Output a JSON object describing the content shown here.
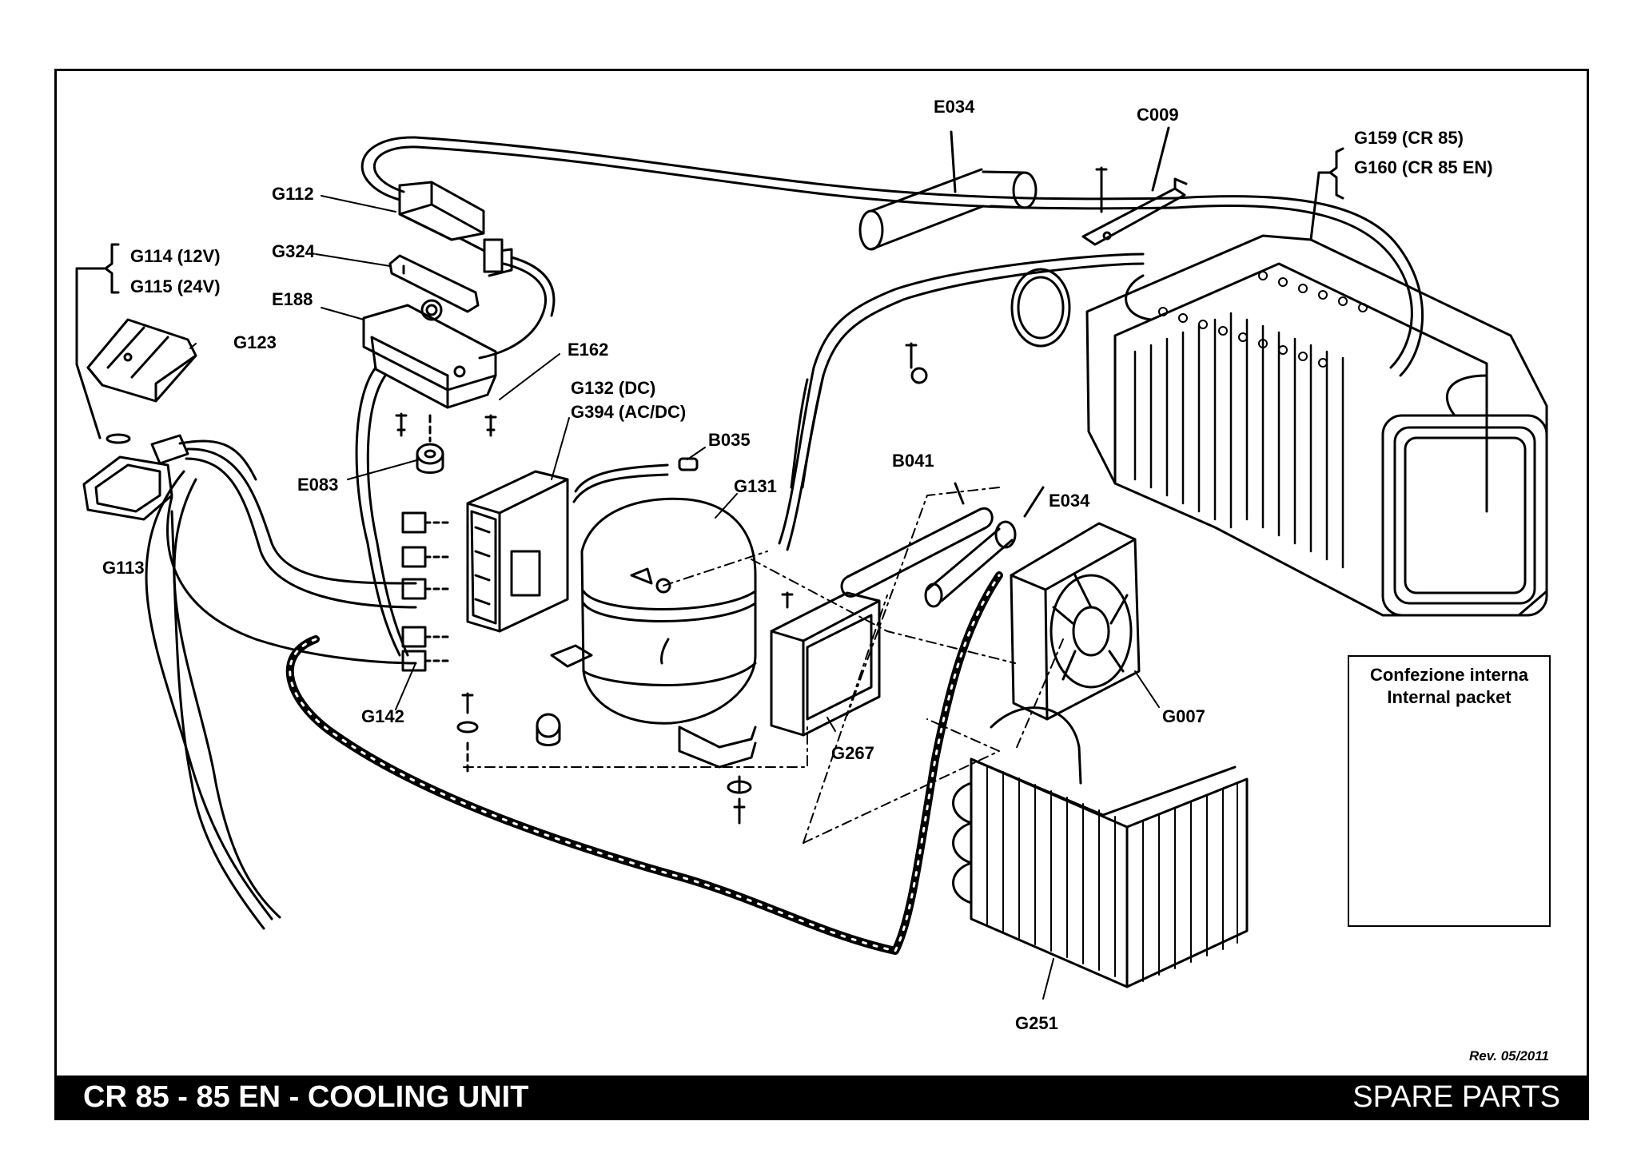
{
  "title": "CR 85 - 85 EN - COOLING UNIT",
  "section": "SPARE PARTS",
  "revision": "Rev. 05/2011",
  "internal_packet": {
    "title_it": "Confezione interna",
    "title_en": "Internal packet"
  },
  "labels": {
    "e034_top": "E034",
    "c009": "C009",
    "g159": "G159 (CR 85)",
    "g160": "G160 (CR 85 EN)",
    "g112": "G112",
    "g324": "G324",
    "g114": "G114 (12V)",
    "g115": "G115 (24V)",
    "g123": "G123",
    "e188": "E188",
    "e162": "E162",
    "g132": "G132 (DC)",
    "g394": "G394 (AC/DC)",
    "b035": "B035",
    "g131": "G131",
    "b041": "B041",
    "e034_mid": "E034",
    "e083": "E083",
    "g113": "G113",
    "g142": "G142",
    "g267": "G267",
    "g007": "G007",
    "g251": "G251"
  }
}
